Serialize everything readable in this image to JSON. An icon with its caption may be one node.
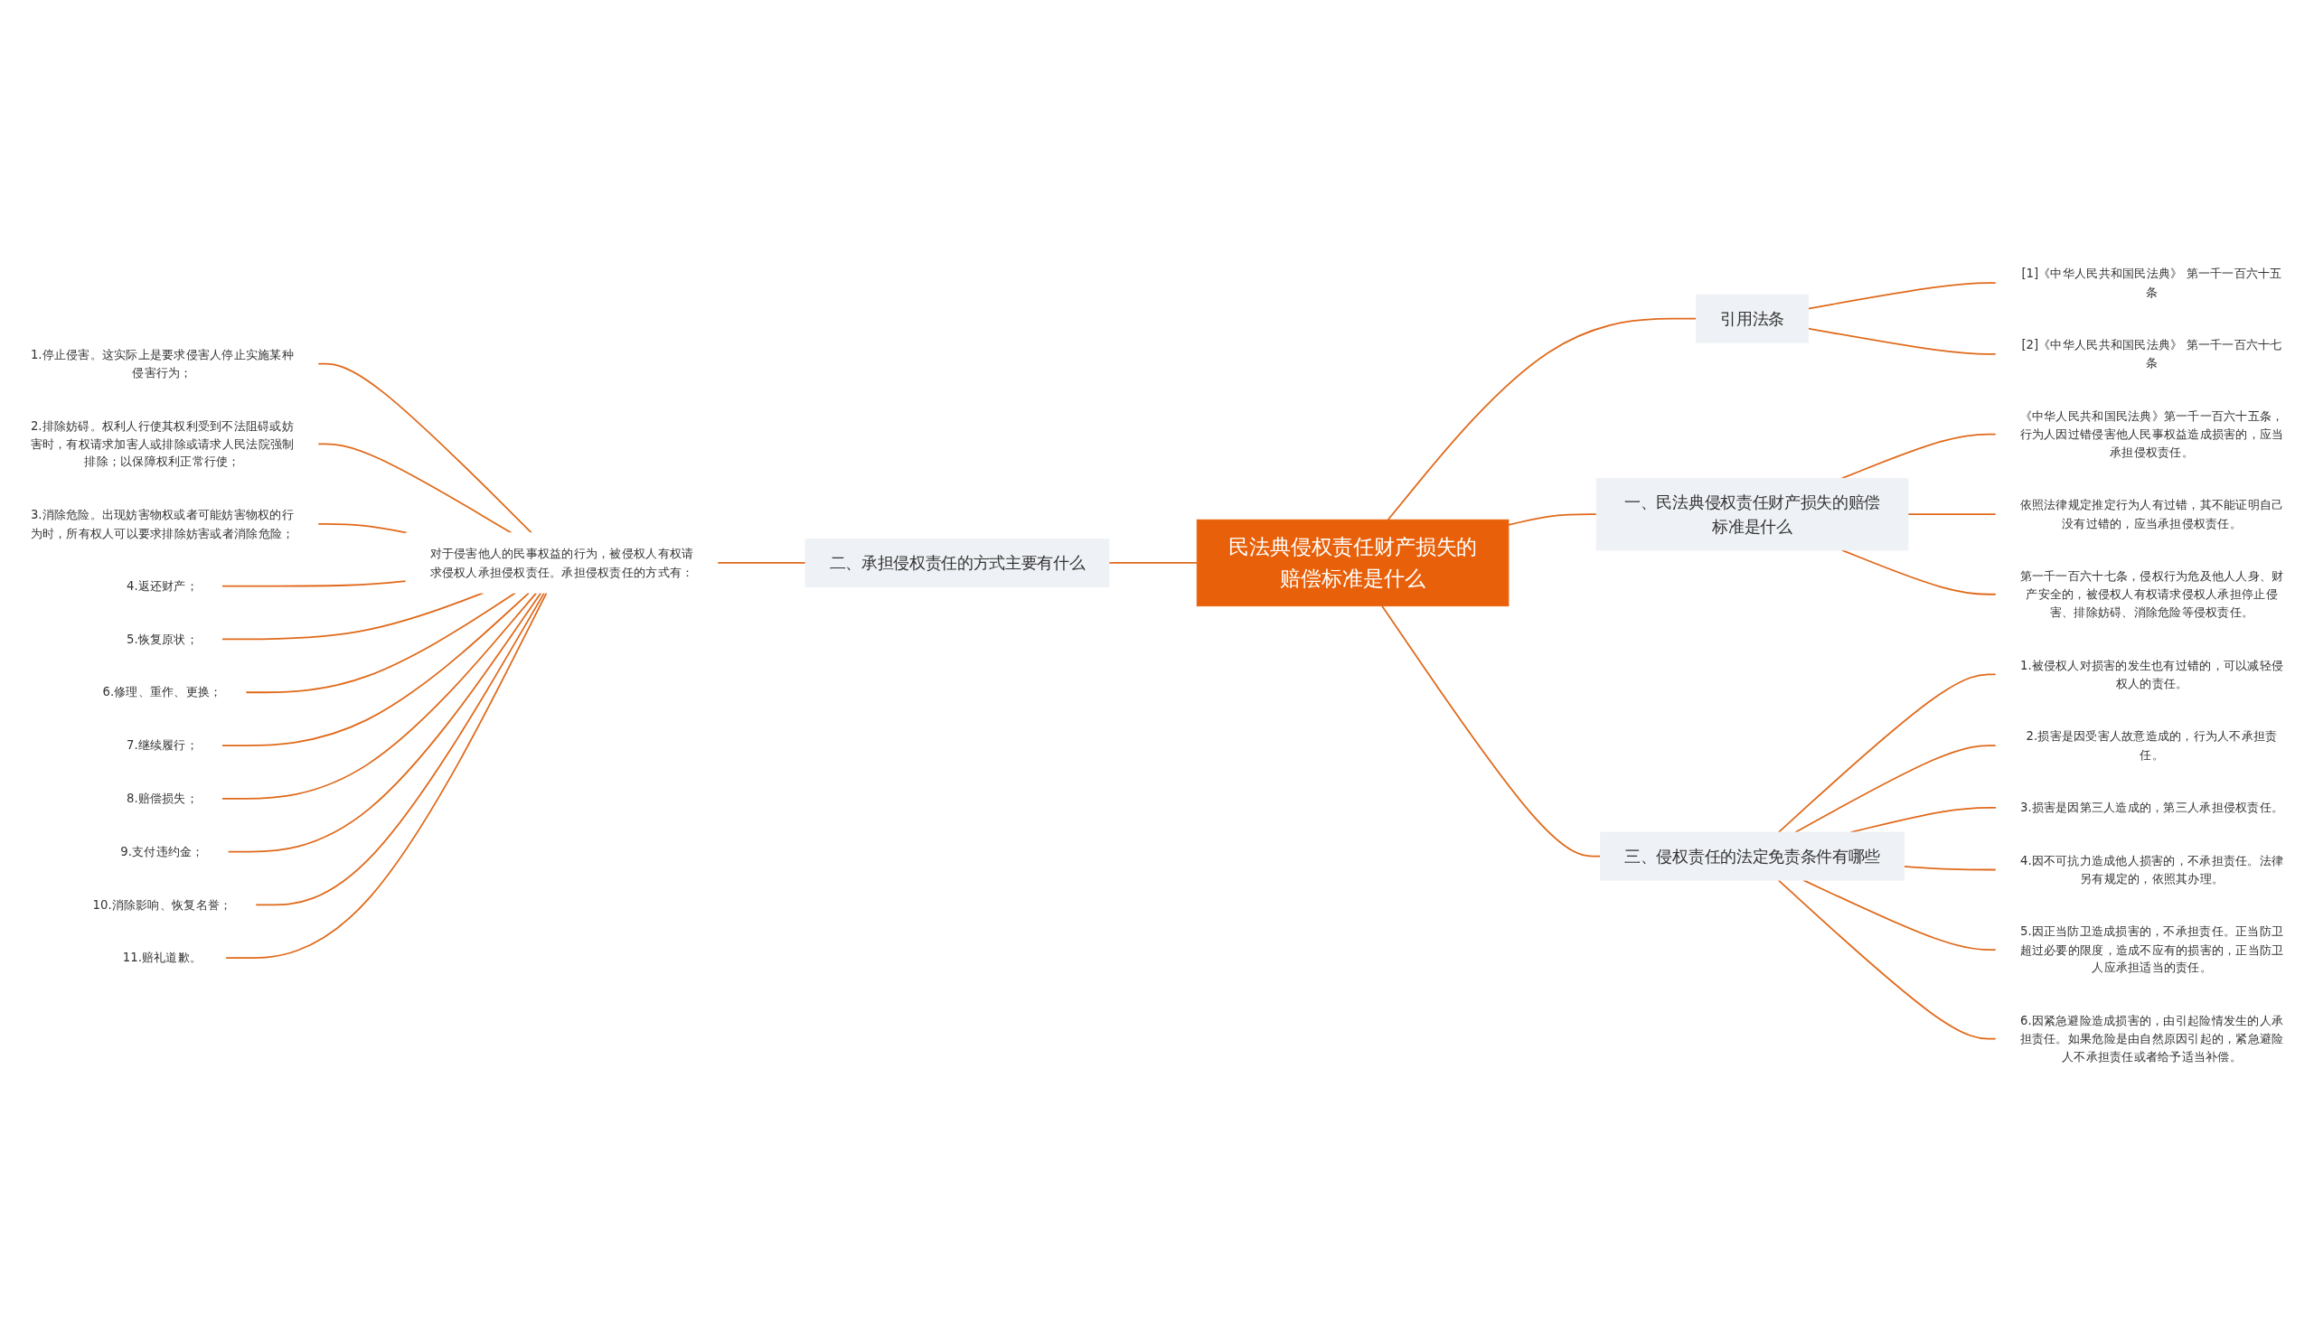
{
  "diagram": {
    "nodes": [
      {
        "text": [
          "民法典侵权责任财产损失的赔偿标准是什么"
        ]
      },
      {
        "text": [
          "二、承担侵权责任的方式主要有什么"
        ]
      },
      {
        "text": [
          "对于侵害他人的民事权益的行为，被侵权人有权请求侵权人承担侵权责任。承担侵权责任的方式有："
        ]
      },
      {
        "text": [
          "1.停止侵害。这实际上是要求侵害人停止实施某种侵害行为；"
        ]
      },
      {
        "text": [
          "2.排除妨碍。权利人行使其权利受到不法阻碍或妨害时，有权请求加害人或排除或请求人民法院强制排除；以保障权利正常行使；"
        ]
      },
      {
        "text": [
          "3.消除危险。出现妨害物权或者可能妨害物权的行为时，所有权人可以要求排除妨害或者消除危险；"
        ]
      },
      {
        "text": [
          "4.返还财产；"
        ]
      },
      {
        "text": [
          "5.恢复原状；"
        ]
      },
      {
        "text": [
          "6.修理、重作、更换；"
        ]
      },
      {
        "text": [
          "7.继续履行；"
        ]
      },
      {
        "text": [
          "8.赔偿损失；"
        ]
      },
      {
        "text": [
          "9.支付违约金；"
        ]
      },
      {
        "text": [
          "10.消除影响、恢复名誉；"
        ]
      },
      {
        "text": [
          "11.赔礼道歉。"
        ]
      },
      {
        "text": [
          "引用法条"
        ]
      },
      {
        "text": [
          "[1]《中华人民共和国民法典》 第一千一百六十五条"
        ]
      },
      {
        "text": [
          "[2]《中华人民共和国民法典》 第一千一百六十七条"
        ]
      },
      {
        "text": [
          "一、民法典侵权责任财产损失的赔偿标准是什么"
        ]
      },
      {
        "text": [
          "《中华人民共和国民法典》第一千一百六十五条，行为人因过错侵害他人民事权益造成损害的，应当承担侵权责任。"
        ]
      },
      {
        "text": [
          "依照法律规定推定行为人有过错，其不能证明自己没有过错的，应当承担侵权责任。"
        ]
      },
      {
        "text": [
          "第一千一百六十七条，侵权行为危及他人人身、财产安全的，被侵权人有权请求侵权人承担停止侵害、排除妨碍、消除危险等侵权责任。"
        ]
      },
      {
        "text": [
          "三、侵权责任的法定免责条件有哪些"
        ]
      },
      {
        "text": [
          "1.被侵权人对损害的发生也有过错的，可以减轻侵权人的责任。"
        ]
      },
      {
        "text": [
          "2.损害是因受害人故意造成的，行为人不承担责任。"
        ]
      },
      {
        "text": [
          "3.损害是因第三人造成的，第三人承担侵权责任。"
        ]
      },
      {
        "text": [
          "4.因不可抗力造成他人损害的，不承担责任。法律另有规定的，依照其办理。"
        ]
      },
      {
        "text": [
          "5.因正当防卫造成损害的，不承担责任。正当防卫超过必要的限度，造成不应有的损害的，正当防卫人应承担适当的责任。"
        ]
      },
      {
        "text": [
          "6.因紧急避险造成损害的，由引起险情发生的人承担责任。如果危险是由自然原因引起的，紧急避险人不承担责任或者给予适当补偿。"
        ]
      }
    ],
    "edges": [
      {
        "from": 0,
        "to": 1,
        "arrow": "none"
      },
      {
        "from": 1,
        "to": 2,
        "arrow": "none"
      },
      {
        "from": 2,
        "to": 3,
        "arrow": "none"
      },
      {
        "from": 2,
        "to": 4,
        "arrow": "none"
      },
      {
        "from": 2,
        "to": 5,
        "arrow": "none"
      },
      {
        "from": 2,
        "to": 6,
        "arrow": "none"
      },
      {
        "from": 2,
        "to": 7,
        "arrow": "none"
      },
      {
        "from": 2,
        "to": 8,
        "arrow": "none"
      },
      {
        "from": 2,
        "to": 9,
        "arrow": "none"
      },
      {
        "from": 2,
        "to": 10,
        "arrow": "none"
      },
      {
        "from": 2,
        "to": 11,
        "arrow": "none"
      },
      {
        "from": 2,
        "to": 12,
        "arrow": "none"
      },
      {
        "from": 2,
        "to": 13,
        "arrow": "none"
      },
      {
        "from": 0,
        "to": 14,
        "arrow": "none"
      },
      {
        "from": 14,
        "to": 15,
        "arrow": "none"
      },
      {
        "from": 14,
        "to": 16,
        "arrow": "none"
      },
      {
        "from": 0,
        "to": 17,
        "arrow": "none"
      },
      {
        "from": 17,
        "to": 18,
        "arrow": "none"
      },
      {
        "from": 17,
        "to": 19,
        "arrow": "none"
      },
      {
        "from": 17,
        "to": 20,
        "arrow": "none"
      },
      {
        "from": 0,
        "to": 21,
        "arrow": "none"
      },
      {
        "from": 21,
        "to": 22,
        "arrow": "none"
      },
      {
        "from": 21,
        "to": 23,
        "arrow": "none"
      },
      {
        "from": 21,
        "to": 24,
        "arrow": "none"
      },
      {
        "from": 21,
        "to": 25,
        "arrow": "none"
      },
      {
        "from": 21,
        "to": 26,
        "arrow": "none"
      },
      {
        "from": 21,
        "to": 27,
        "arrow": "none"
      }
    ]
  }
}
